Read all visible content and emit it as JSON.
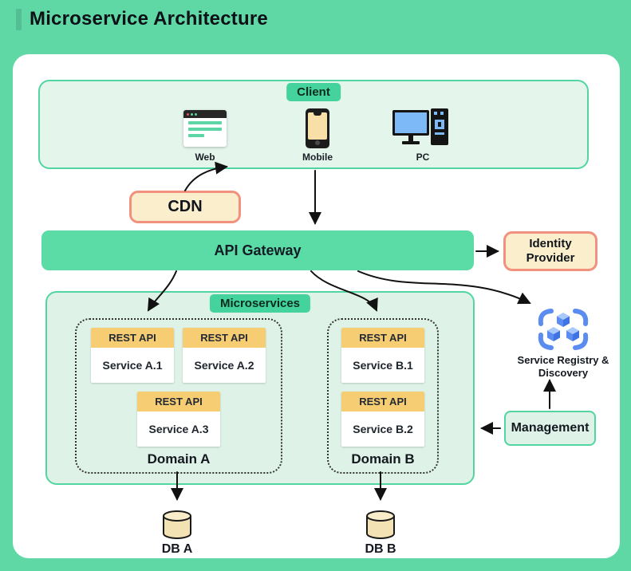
{
  "title": "Microservice Architecture",
  "client": {
    "tab": "Client",
    "items": [
      {
        "label": "Web"
      },
      {
        "label": "Mobile"
      },
      {
        "label": "PC"
      }
    ]
  },
  "cdn": {
    "label": "CDN"
  },
  "gateway": {
    "label": "API Gateway"
  },
  "identity": {
    "label": "Identity Provider"
  },
  "microservices": {
    "tab": "Microservices",
    "domains": [
      {
        "label": "Domain A",
        "services": [
          {
            "tag": "REST API",
            "name": "Service A.1"
          },
          {
            "tag": "REST API",
            "name": "Service A.2"
          },
          {
            "tag": "REST API",
            "name": "Service A.3"
          }
        ]
      },
      {
        "label": "Domain B",
        "services": [
          {
            "tag": "REST API",
            "name": "Service B.1"
          },
          {
            "tag": "REST API",
            "name": "Service B.2"
          }
        ]
      }
    ]
  },
  "registry": {
    "line1": "Service Registry &",
    "line2": "Discovery"
  },
  "management": {
    "label": "Management"
  },
  "databases": [
    {
      "label": "DB A"
    },
    {
      "label": "DB B"
    }
  ],
  "colors": {
    "background": "#5fd8a5",
    "panel": "#ffffff",
    "container_fill": "#e4f5ec",
    "green_border": "#52d5a1",
    "tab_green": "#44d39c",
    "gateway_green": "#5bdca7",
    "cream_fill": "#fbeecd",
    "salmon_border": "#f2927e",
    "amber_header": "#f7cd74",
    "registry_blue": "#4a7fe8",
    "arrow": "#111111"
  }
}
